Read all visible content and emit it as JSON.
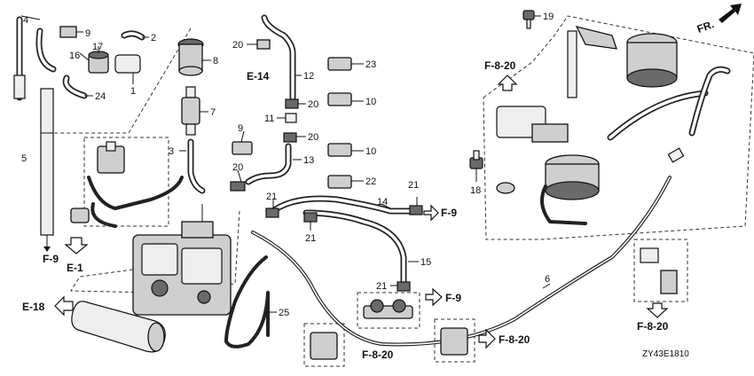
{
  "diagram_code": "ZY43E1810",
  "direction_label": "FR.",
  "part_numbers": {
    "p1": "1",
    "p2": "2",
    "p3": "3",
    "p4": "4",
    "p5": "5",
    "p6": "6",
    "p7": "7",
    "p8": "8",
    "p9a": "9",
    "p9b": "9",
    "p10a": "10",
    "p10b": "10",
    "p11": "11",
    "p12": "12",
    "p13": "13",
    "p14": "14",
    "p15": "15",
    "p16": "16",
    "p17": "17",
    "p18": "18",
    "p19": "19",
    "p20a": "20",
    "p20b": "20",
    "p20c": "20",
    "p20d": "20",
    "p21a": "21",
    "p21b": "21",
    "p21c": "21",
    "p21d": "21",
    "p22": "22",
    "p23": "23",
    "p24": "24",
    "p25": "25"
  },
  "references": {
    "e14": "E-14",
    "e18": "E-18",
    "e1": "E-1",
    "f9_left": "F-9",
    "f9_mid": "F-9",
    "f9_low": "F-9",
    "f820_top": "F-8-20",
    "f820_right": "F-8-20",
    "f820_bottom_a": "F-8-20",
    "f820_bottom_b": "F-8-20"
  }
}
